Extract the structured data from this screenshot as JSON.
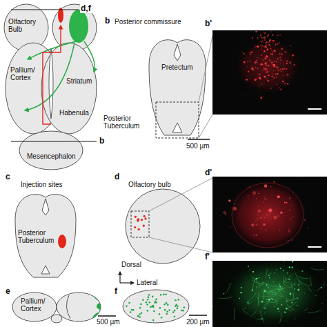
{
  "diagram": {
    "labels": [
      "d,f",
      "b",
      "Posterior commissure",
      "b'",
      "Olfactory Bulb",
      "Pretectum",
      "Pallium/ Cortex",
      "Striatum",
      "Habenula",
      "Posterior Tuberculum",
      "b",
      "500 µm",
      "Mesencephalon",
      "c",
      "Injection sites",
      "d",
      "Olfactory bulb",
      "d'",
      "Posterior Tuberculum",
      "Dorsal",
      "f'",
      "Lateral",
      "e",
      "f",
      "Pallium/ Cortex",
      "500 µm",
      "200 µm"
    ]
  }
}
